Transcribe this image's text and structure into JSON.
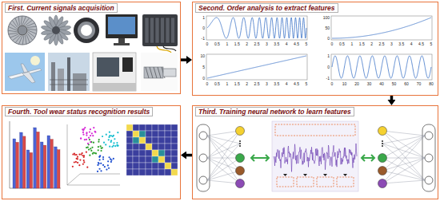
{
  "diagram": {
    "nodes": [
      {
        "text": [
          "First. Current signals acquisition"
        ]
      },
      {
        "text": [
          "Second. Order analysis to extract features"
        ]
      },
      {
        "text": [
          "Third. Training neural network to learn features"
        ]
      },
      {
        "text": [
          "Fourth. Tool wear status recognition results"
        ]
      }
    ],
    "edges": [
      {
        "from": 0,
        "to": 1,
        "arrow": "to"
      },
      {
        "from": 1,
        "to": 2,
        "arrow": "to"
      },
      {
        "from": 2,
        "to": 3,
        "arrow": "to"
      }
    ],
    "labels": [
      "1",
      "0",
      "-1",
      "0",
      "0.5",
      "1",
      "1.5",
      "2",
      "2.5",
      "3",
      "3.5",
      "4",
      "4.5",
      "5",
      "100",
      "50",
      "0",
      "0",
      "0.5",
      "1",
      "1.5",
      "2",
      "2.5",
      "3",
      "3.5",
      "4",
      "4.5",
      "5",
      "10",
      "5",
      "0",
      "0",
      "0.5",
      "1",
      "1.5",
      "2",
      "2.5",
      "3",
      "3.5",
      "4",
      "4.5",
      "5",
      "1",
      "0",
      "-1",
      "0",
      "10",
      "20",
      "30",
      "40",
      "50",
      "60",
      "70",
      "80"
    ]
  }
}
